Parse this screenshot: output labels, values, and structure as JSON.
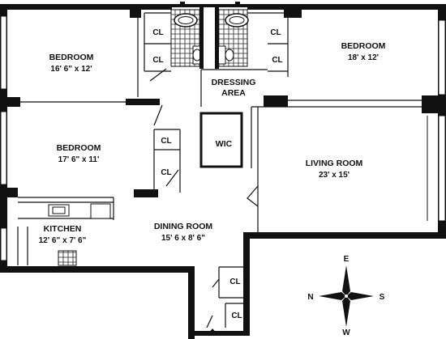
{
  "rooms": {
    "bedroom_nw": {
      "name": "BEDROOM",
      "dims": "16' 6\" x 12'"
    },
    "bedroom_ne": {
      "name": "BEDROOM",
      "dims": "18' x 12'"
    },
    "bedroom_w": {
      "name": "BEDROOM",
      "dims": "17' 6\" x 11'"
    },
    "living": {
      "name": "LIVING ROOM",
      "dims": "23' x 15'"
    },
    "dining": {
      "name": "DINING ROOM",
      "dims": "15' 6 x 8' 6\""
    },
    "kitchen": {
      "name": "KITCHEN",
      "dims": "12' 6\" x 7' 6\""
    },
    "dressing": {
      "line1": "DRESSING",
      "line2": "AREA"
    },
    "wic": {
      "name": "WIC"
    }
  },
  "closet_label": "CL",
  "compass": {
    "n": "N",
    "s": "S",
    "e": "E",
    "w": "W",
    "icon": "compass-rose-icon"
  }
}
